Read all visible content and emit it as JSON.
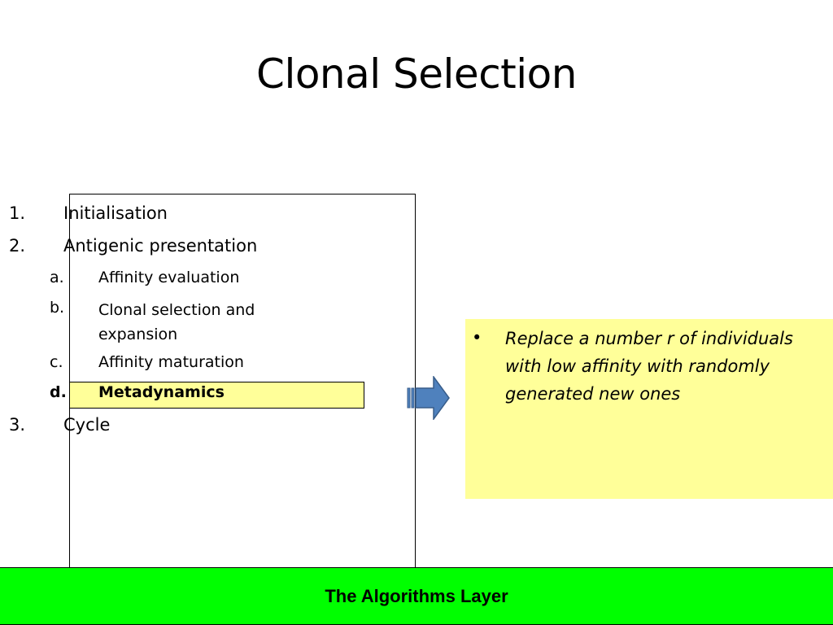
{
  "slide": {
    "title": "Clonal Selection"
  },
  "outline": {
    "items": [
      {
        "num": "1.",
        "label": "Initialisation"
      },
      {
        "num": "2.",
        "label": "Antigenic presentation"
      },
      {
        "num": "3.",
        "label": "Cycle"
      }
    ],
    "subitems": [
      {
        "num": "a.",
        "label": "Affinity evaluation"
      },
      {
        "num": "b.",
        "label": "Clonal selection and expansion"
      },
      {
        "num": "c.",
        "label": "Affinity maturation"
      },
      {
        "num": "d.",
        "label": "Metadynamics"
      }
    ]
  },
  "note": {
    "bullet": "•",
    "text": "Replace a number r of individuals with low affinity with randomly generated new ones"
  },
  "footer": {
    "label": "The Algorithms Layer"
  },
  "colors": {
    "highlight": "#ffff99",
    "footer": "#00ff00",
    "arrow": "#4f81bd"
  }
}
